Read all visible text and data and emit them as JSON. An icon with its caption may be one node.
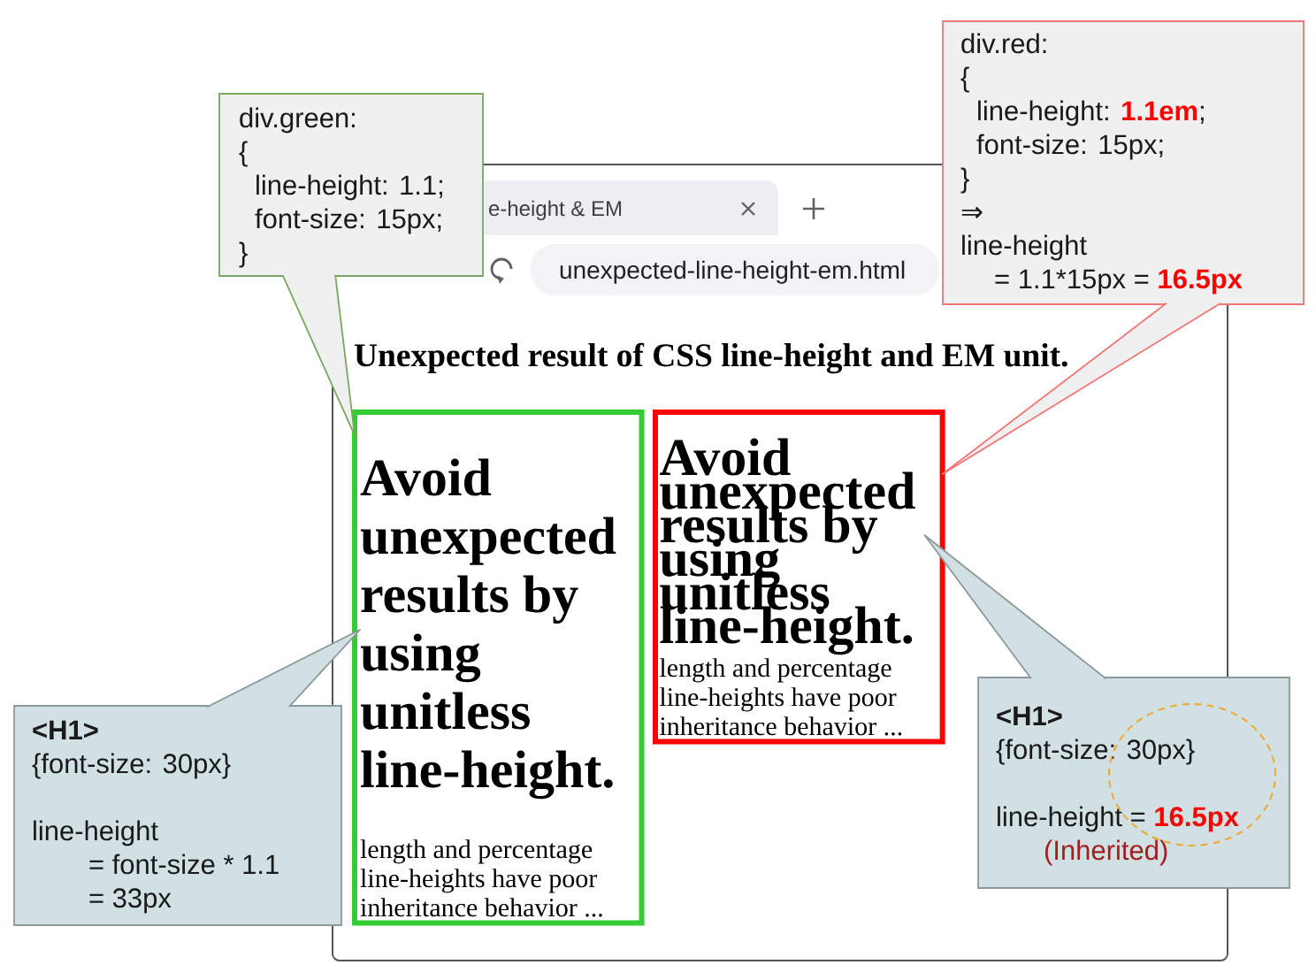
{
  "diagram": {
    "nodes": [
      {
        "text": [
          "div.green:",
          "{",
          "line-height: 1.1;",
          "font-size: 15px;",
          "}"
        ]
      },
      {
        "text": [
          "div.red:",
          "{",
          "line-height: **1.1em**;",
          "font-size: 15px;",
          "}",
          "⇒",
          "line-height",
          "= 1.1*15px = **16.5px**"
        ]
      },
      {
        "text": [
          "e-height & EM",
          "unexpected-line-height-em.html",
          "Unexpected result of CSS line-height and EM unit."
        ]
      },
      {
        "text": [
          "length and percentage line-heights have poor inheritance behavior ..."
        ],
        "in": 2
      },
      {
        "text": [
          "Avoid unexpected results by using unitless line-height."
        ],
        "in": 3
      },
      {
        "text": [
          "length and percentage line-heights have poor inheritance behavior ..."
        ],
        "in": 2
      },
      {
        "text": [
          "Avoid unexpected results by using unitless line-height."
        ],
        "in": 5
      },
      {
        "text": [
          "<H1>",
          "{font-size: 30px}",
          "line-height",
          "= font-size * 1.1",
          "= 33px"
        ]
      },
      {
        "text": [
          "<H1>",
          "{font-size: 30px}",
          "line-height = **16.5px**",
          "(Inherited)"
        ]
      }
    ],
    "edges": [
      {
        "from": 0,
        "to": 3,
        "arrow": "none",
        "color": "#79a85f"
      },
      {
        "from": 1,
        "to": 5,
        "arrow": "none",
        "color": "#f27474"
      },
      {
        "from": 7,
        "to": 4,
        "arrow": "none"
      },
      {
        "from": 8,
        "to": 6,
        "arrow": "none"
      }
    ]
  }
}
